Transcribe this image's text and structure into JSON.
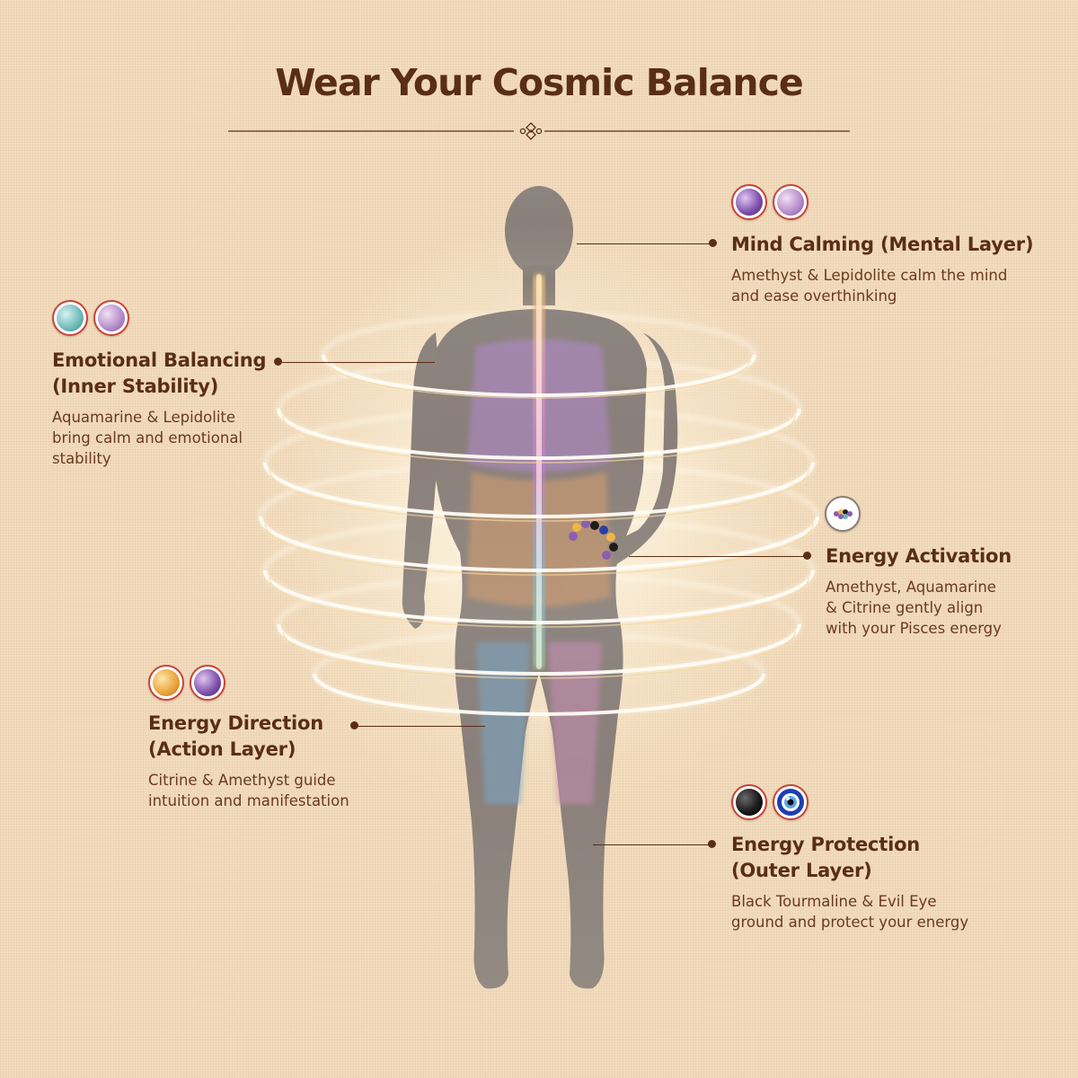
{
  "title": "Wear Your Cosmic Balance",
  "colors": {
    "background": "#f2dcbd",
    "text": "#5a2e14",
    "stone_ring": "#c9453a"
  },
  "sections": {
    "mind": {
      "heading": "Mind Calming (Mental Layer)",
      "line1": "Amethyst & Lepidolite calm the mind",
      "line2": "and ease overthinking",
      "stones": [
        "amethyst",
        "lepidolite"
      ]
    },
    "emotional": {
      "heading1": "Emotional Balancing",
      "heading2": "(Inner Stability)",
      "line1": "Aquamarine & Lepidolite",
      "line2": "bring calm and emotional",
      "line3": "stability",
      "stones": [
        "aquamarine",
        "lepidolite"
      ]
    },
    "activation": {
      "heading": "Energy Activation",
      "line1": "Amethyst, Aquamarine",
      "line2": "& Citrine gently align",
      "line3": "with your Pisces energy",
      "stones": [
        "bracelet"
      ]
    },
    "direction": {
      "heading1": "Energy Direction",
      "heading2": "(Action Layer)",
      "line1": "Citrine & Amethyst guide",
      "line2": "intuition and manifestation",
      "stones": [
        "citrine",
        "amethyst"
      ]
    },
    "protection": {
      "heading1": "Energy Protection",
      "heading2": "(Outer Layer)",
      "line1": "Black Tourmaline & Evil Eye",
      "line2": "ground and protect your energy",
      "stones": [
        "black-tourmaline",
        "evil-eye"
      ]
    }
  }
}
